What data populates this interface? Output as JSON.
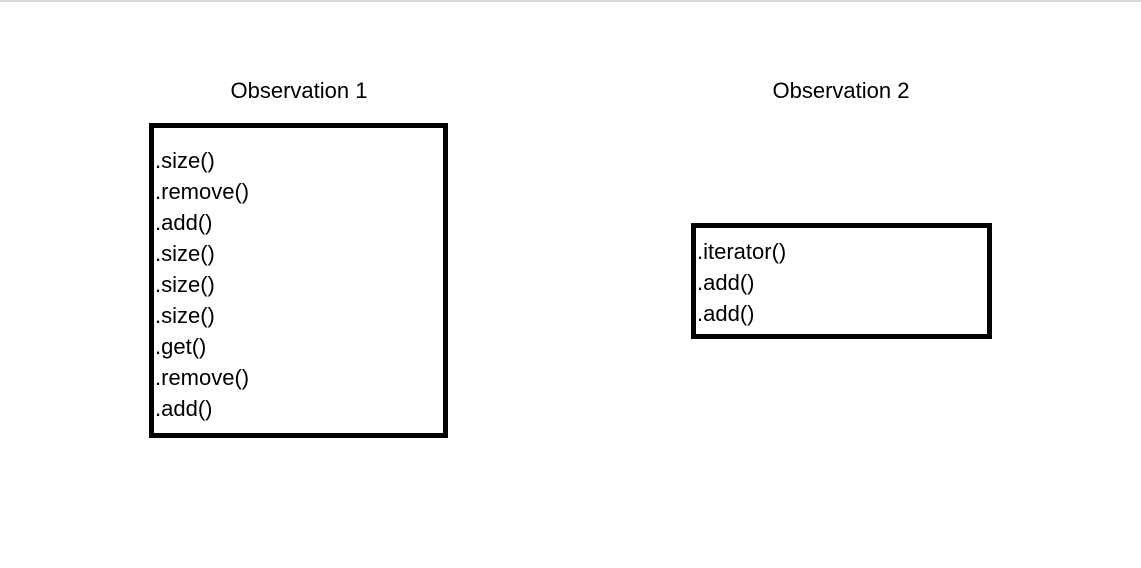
{
  "observations": [
    {
      "title": "Observation 1",
      "calls": [
        ".size()",
        ".remove()",
        ".add()",
        ".size()",
        ".size()",
        ".size()",
        ".get()",
        ".remove()",
        ".add()"
      ]
    },
    {
      "title": "Observation 2",
      "calls": [
        ".iterator()",
        ".add()",
        ".add()"
      ]
    }
  ]
}
